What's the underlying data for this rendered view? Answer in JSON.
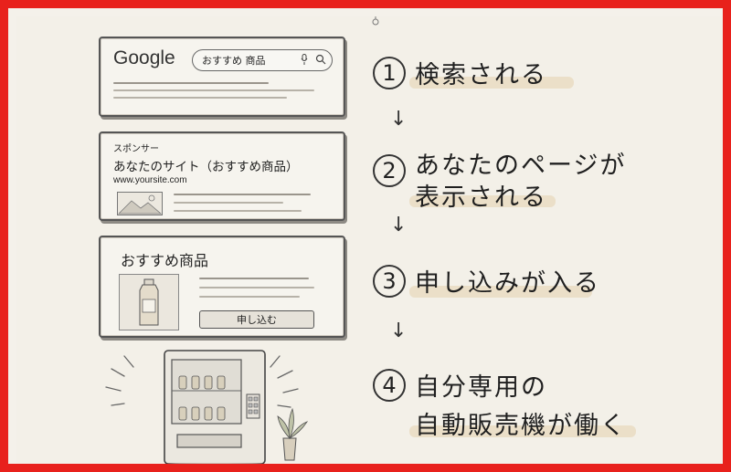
{
  "search_card": {
    "logo": "Google",
    "query": "おすすめ 商品"
  },
  "ad_card": {
    "sponsor_label": "スポンサー",
    "site_title": "あなたのサイト（おすすめ商品）",
    "site_url": "www.yoursite.com"
  },
  "product_card": {
    "title": "おすすめ商品",
    "apply_button": "申し込む"
  },
  "steps": [
    {
      "num": "1",
      "line1": "検索される",
      "line2": ""
    },
    {
      "num": "2",
      "line1": "あなたのページが",
      "line2": "表示される"
    },
    {
      "num": "3",
      "line1": "申し込みが入る",
      "line2": ""
    },
    {
      "num": "4",
      "line1": "自分専用の",
      "line2": "自動販売機が働く"
    }
  ],
  "arrow_glyph": "↓",
  "colors": {
    "border": "#e8211c",
    "paper": "#f3f0e8",
    "highlight": "#e9dcc2"
  }
}
